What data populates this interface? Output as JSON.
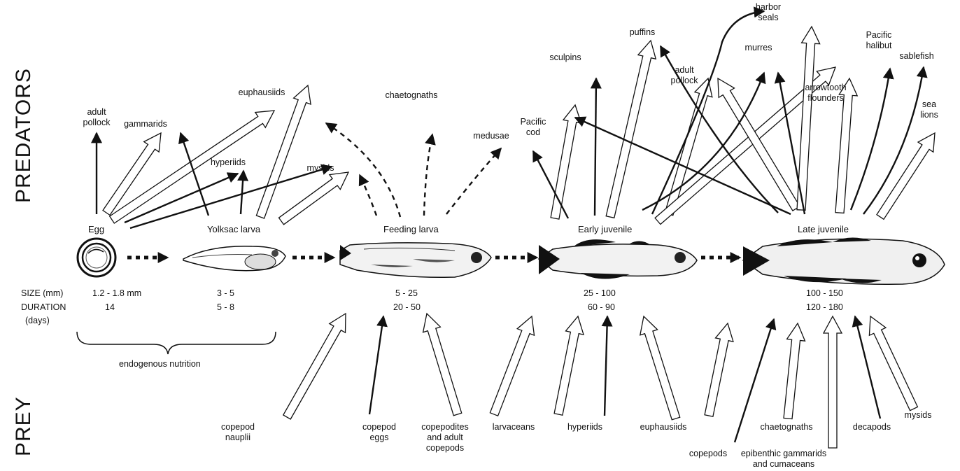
{
  "side_labels": {
    "predators": "PREDATORS",
    "prey": "PREY"
  },
  "stages": [
    {
      "name": "Egg",
      "size": "1.2 - 1.8 mm",
      "duration": "14"
    },
    {
      "name": "Yolksac larva",
      "size": "3 - 5",
      "duration": "5 - 8"
    },
    {
      "name": "Feeding larva",
      "size": "5 - 25",
      "duration": "20 - 50"
    },
    {
      "name": "Early juvenile",
      "size": "25 - 100",
      "duration": "60 - 90"
    },
    {
      "name": "Late juvenile",
      "size": "100 - 150",
      "duration": "120 - 180"
    }
  ],
  "row_labels": {
    "size": "SIZE (mm)",
    "duration_1": "DURATION",
    "duration_2": "(days)"
  },
  "brace_label": "endogenous nutrition",
  "predators": [
    [
      "adult",
      "pollock"
    ],
    [
      "gammarids"
    ],
    [
      "hyperiids"
    ],
    [
      "euphausiids"
    ],
    [
      "mysids"
    ],
    [
      "chaetognaths"
    ],
    [
      "medusae"
    ],
    [
      "Pacific",
      "cod"
    ],
    [
      "sculpins"
    ],
    [
      "puffins"
    ],
    [
      "adult",
      "pollock"
    ],
    [
      "harbor",
      "seals"
    ],
    [
      "murres"
    ],
    [
      "arrowtooth",
      "flounders"
    ],
    [
      "Pacific",
      "halibut"
    ],
    [
      "sablefish"
    ],
    [
      "sea",
      "lions"
    ]
  ],
  "prey": [
    [
      "copepod",
      "nauplii"
    ],
    [
      "copepod",
      "eggs"
    ],
    [
      "copepodites",
      "and adult",
      "copepods"
    ],
    [
      "larvaceans"
    ],
    [
      "hyperiids"
    ],
    [
      "euphausiids"
    ],
    [
      "copepods"
    ],
    [
      "chaetognaths"
    ],
    [
      "epibenthic gammarids",
      "and cumaceans"
    ],
    [
      "decapods"
    ],
    [
      "mysids"
    ]
  ]
}
